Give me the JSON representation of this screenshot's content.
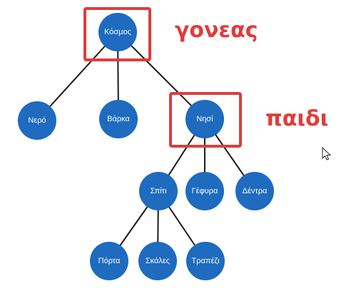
{
  "colors": {
    "node_fill": "#1e6bbf",
    "node_text": "#ffffff",
    "edge": "#1a1a1a",
    "highlight": "#e03c3c",
    "annotation": "#e03c3c"
  },
  "tree": {
    "nodes": [
      {
        "id": "kosmos",
        "label": "Κόσμος"
      },
      {
        "id": "nero",
        "label": "Νερό"
      },
      {
        "id": "varka",
        "label": "Βάρκα"
      },
      {
        "id": "nisi",
        "label": "Νησί"
      },
      {
        "id": "spiti",
        "label": "Σπίτι"
      },
      {
        "id": "gefyra",
        "label": "Γέφυρα"
      },
      {
        "id": "dentra",
        "label": "Δέντρα"
      },
      {
        "id": "porta",
        "label": "Πόρτα"
      },
      {
        "id": "skales",
        "label": "Σκάλες"
      },
      {
        "id": "trapezi",
        "label": "Τραπέζι"
      }
    ],
    "edges": [
      [
        "kosmos",
        "nero"
      ],
      [
        "kosmos",
        "varka"
      ],
      [
        "kosmos",
        "nisi"
      ],
      [
        "nisi",
        "spiti"
      ],
      [
        "nisi",
        "gefyra"
      ],
      [
        "nisi",
        "dentra"
      ],
      [
        "spiti",
        "porta"
      ],
      [
        "spiti",
        "skales"
      ],
      [
        "spiti",
        "trapezi"
      ]
    ]
  },
  "annotations": {
    "parent_label": "γονεας",
    "child_label": "παιδι",
    "parent_node": "kosmos",
    "child_node": "nisi"
  },
  "icons": {
    "cursor": "mouse-pointer-icon"
  }
}
